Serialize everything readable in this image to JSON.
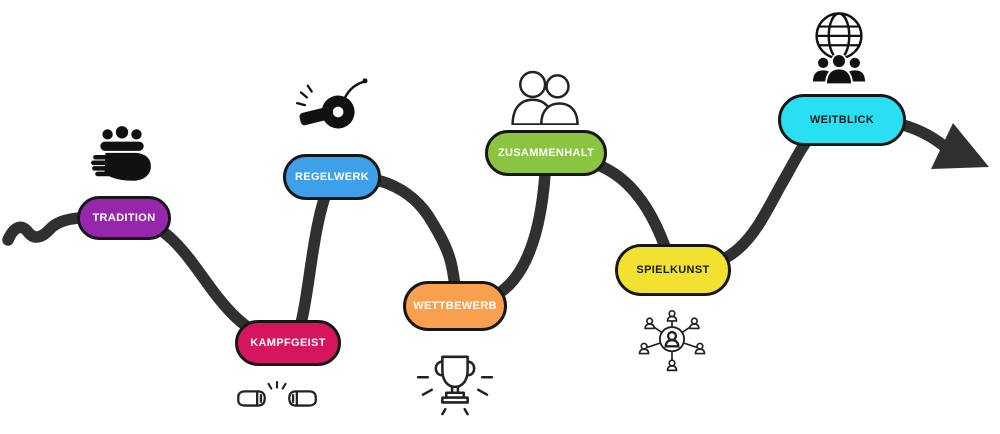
{
  "diagram": {
    "type": "journey-path",
    "path_color": "#303030",
    "pill_border_color": "#171717",
    "background_color": "#ffffff",
    "end_marker": "arrow-right-icon",
    "nodes": [
      {
        "label": "TRADITION",
        "color": "#9627ad",
        "text_color": "#ffffff",
        "icon": "care-hands-people-icon"
      },
      {
        "label": "KAMPFGEIST",
        "color": "#d6155f",
        "text_color": "#ffffff",
        "icon": "fist-bump-icon"
      },
      {
        "label": "REGELWERK",
        "color": "#3fa0ea",
        "text_color": "#ffffff",
        "icon": "whistle-icon"
      },
      {
        "label": "WETTBEWERB",
        "color": "#f9a04f",
        "text_color": "#ffffff",
        "icon": "trophy-icon"
      },
      {
        "label": "ZUSAMMENHALT",
        "color": "#8bc441",
        "text_color": "#ffffff",
        "icon": "two-friends-icon"
      },
      {
        "label": "SPIELKUNST",
        "color": "#f3e132",
        "text_color": "#1a1a1a",
        "icon": "people-network-icon"
      },
      {
        "label": "WEITBLICK",
        "color": "#29dff2",
        "text_color": "#1a1a1a",
        "icon": "globe-team-icon"
      }
    ]
  }
}
